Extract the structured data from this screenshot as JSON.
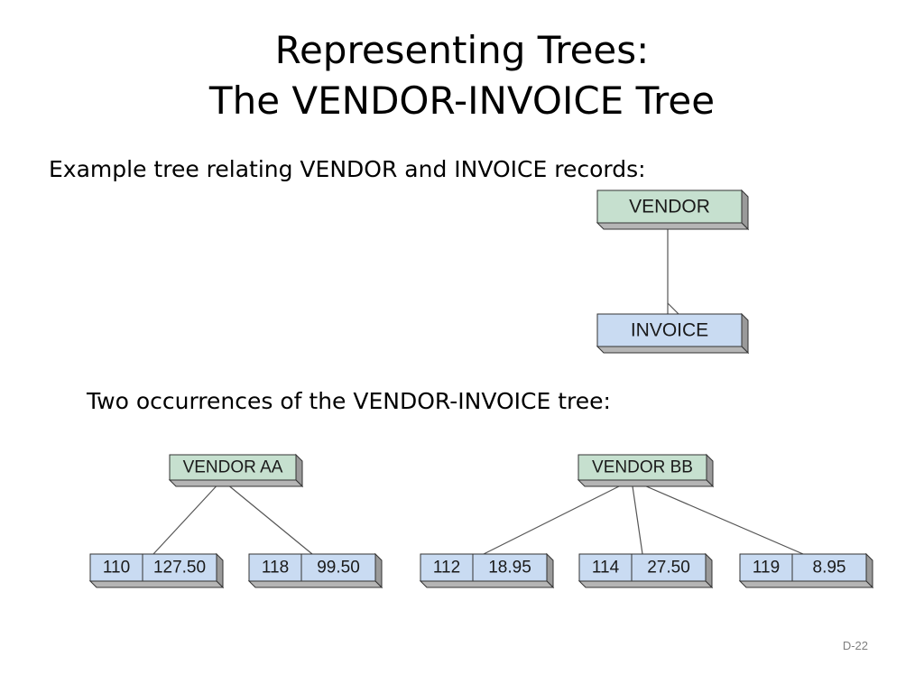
{
  "title": {
    "line1": "Representing Trees:",
    "line2": "The VENDOR-INVOICE Tree"
  },
  "caption1": "Example tree relating VENDOR and INVOICE records:",
  "caption2": "Two occurrences of the VENDOR-INVOICE tree:",
  "schema": {
    "parent": "VENDOR",
    "child": "INVOICE"
  },
  "occurrences": [
    {
      "vendor": "VENDOR AA",
      "invoices": [
        {
          "number": "110",
          "amount": "127.50"
        },
        {
          "number": "118",
          "amount": "99.50"
        }
      ]
    },
    {
      "vendor": "VENDOR BB",
      "invoices": [
        {
          "number": "112",
          "amount": "18.95"
        },
        {
          "number": "114",
          "amount": "27.50"
        },
        {
          "number": "119",
          "amount": "8.95"
        }
      ]
    }
  ],
  "page_number": "D-22",
  "colors": {
    "vendor_fill": "#c6e0cf",
    "invoice_fill": "#c9dbf2",
    "shadow": "#9a9a9a",
    "border": "#333333"
  }
}
